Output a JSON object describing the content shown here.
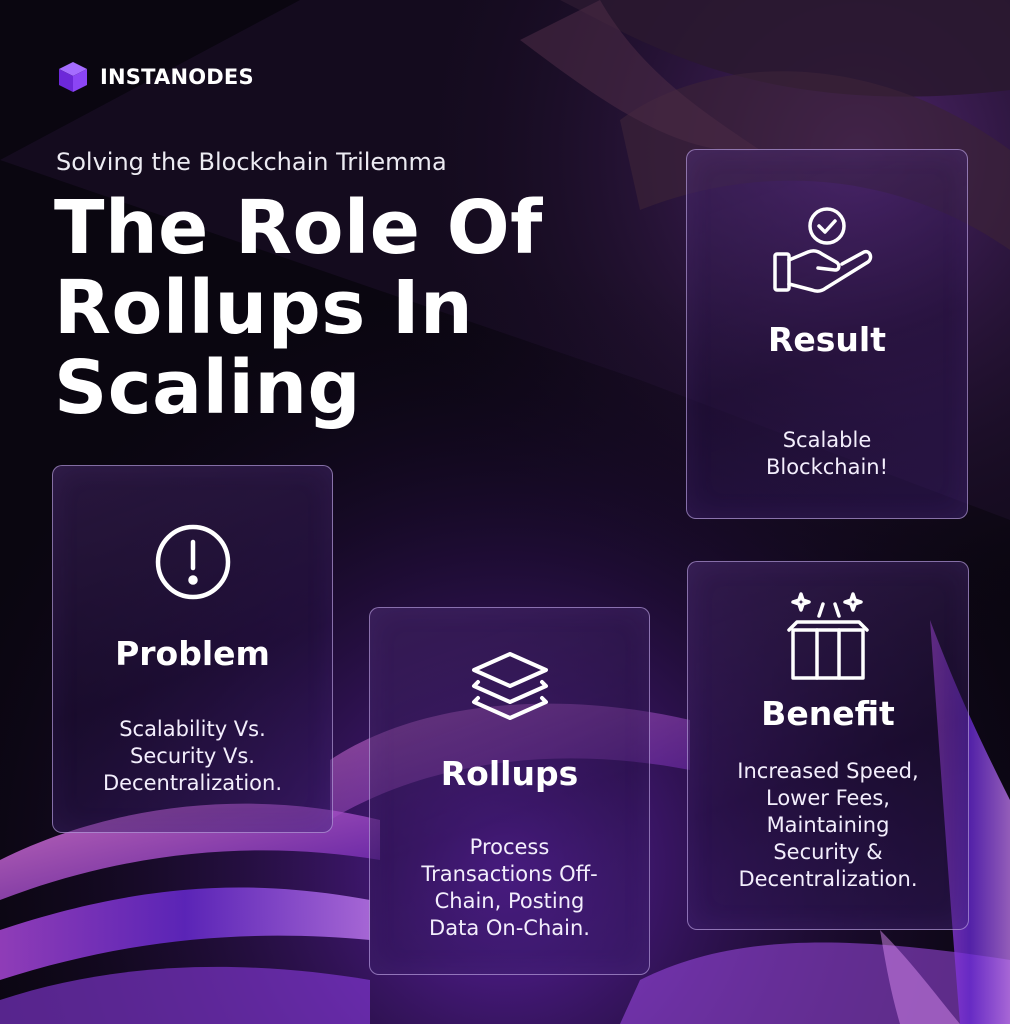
{
  "brand": {
    "name": "INSTANODES",
    "logo_icon": "cube-logo-icon"
  },
  "header": {
    "subtitle": "Solving the Blockchain Trilemma",
    "title": "The Role Of Rollups In Scaling"
  },
  "cards": {
    "result": {
      "title": "Result",
      "text": "Scalable\nBlockchain!",
      "icon": "hand-check-icon"
    },
    "problem": {
      "title": "Problem",
      "text": "Scalability Vs.\nSecurity Vs.\nDecentralization.",
      "icon": "exclamation-circle-icon"
    },
    "rollups": {
      "title": "Rollups",
      "text": "Process\nTransactions Off-\nChain, Posting\nData On-Chain.",
      "icon": "layers-icon"
    },
    "benefit": {
      "title": "Benefit",
      "text": "Increased Speed,\nLower Fees,\nMaintaining\nSecurity &\nDecentralization.",
      "icon": "gift-box-icon"
    }
  },
  "colors": {
    "background": "#0a0610",
    "accent_purple": "#8b3cf0",
    "card_border": "#d7beff",
    "text": "#ffffff"
  }
}
